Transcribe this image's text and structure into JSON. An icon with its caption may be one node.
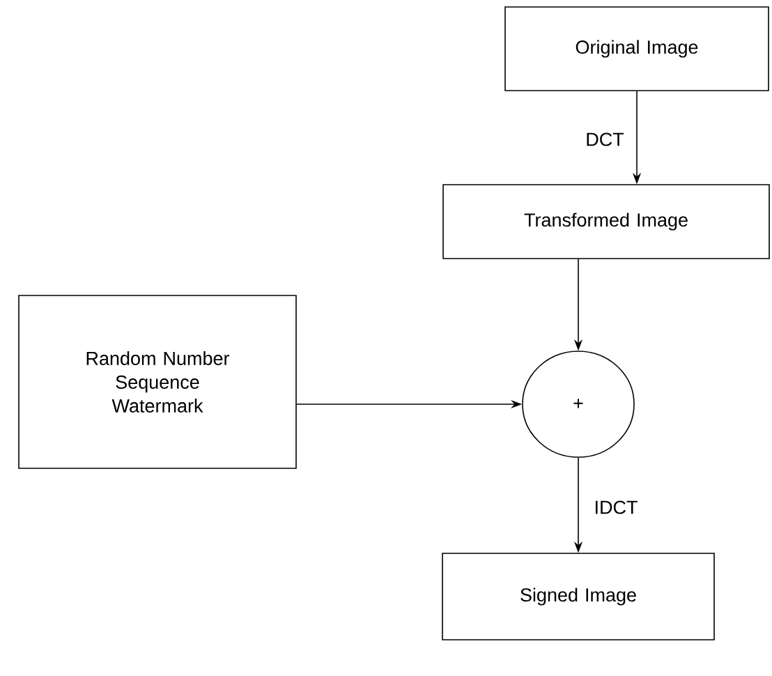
{
  "diagram": {
    "nodes": [
      {
        "text": [
          "Original Image"
        ]
      },
      {
        "text": [
          "Transformed Image"
        ]
      },
      {
        "text": [
          "Random Number Sequence Watermark"
        ]
      },
      {
        "text": [
          "+"
        ]
      },
      {
        "text": [
          "Signed Image"
        ]
      }
    ],
    "edges": [
      {
        "from": 0,
        "to": 1,
        "arrow": "to",
        "label": "DCT"
      },
      {
        "from": 1,
        "to": 3,
        "arrow": "to"
      },
      {
        "from": 2,
        "to": 3,
        "arrow": "to"
      },
      {
        "from": 3,
        "to": 4,
        "arrow": "to",
        "label": "IDCT"
      }
    ]
  }
}
